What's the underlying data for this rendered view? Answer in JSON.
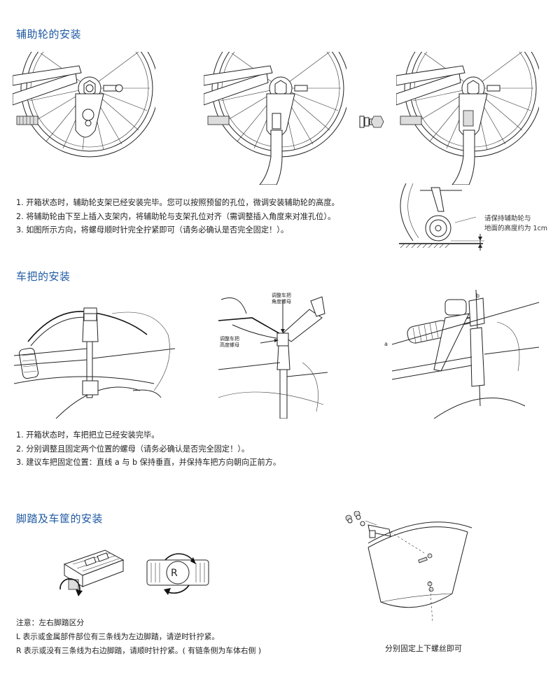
{
  "sections": {
    "training_wheels": {
      "title": "辅助轮的安装",
      "steps": [
        "1. 开箱状态时，辅助轮支架已经安装完毕。您可以按照预留的孔位，微调安装辅助轮的高度。",
        "2. 将辅助轮由下至上插入支架内，将辅助轮与支架孔位对齐（需调整插入角度来对准孔位）。",
        "3. 如图所示方向，将螺母顺时针完全拧紧即可（请务必确认是否完全固定！）。"
      ],
      "height_note": [
        "请保持辅助轮与",
        "地面的高度约为 1cm"
      ]
    },
    "handlebar": {
      "title": "车把的安装",
      "steps": [
        "1. 开箱状态时，车把把立已经安装完毕。",
        "2. 分别调整且固定两个位置的螺母（请务必确认是否完全固定！）。",
        "3. 建议车把固定位置：直线 a 与 b 保持垂直，并保持车把方向朝向正前方。"
      ],
      "label_angle_nut": [
        "调整车把",
        "角度螺母"
      ],
      "label_height_nut": [
        "调整车把",
        "高度螺母"
      ],
      "line_a": "a",
      "line_b": "b"
    },
    "pedal_basket": {
      "title": "脚踏及车筐的安装",
      "pedal_r_mark": "R",
      "notes": [
        "注意：左右脚踏区分",
        "L 表示或金属部件部位有三条线为左边脚踏，请逆时针拧紧。",
        "R 表示或没有三条线为右边脚踏，请顺时针拧紧。( 有链条侧为车体右侧 )"
      ],
      "basket_caption": "分别固定上下螺丝即可"
    }
  },
  "colors": {
    "heading": "#1f5aa3",
    "text": "#222222",
    "line": "#222222"
  }
}
